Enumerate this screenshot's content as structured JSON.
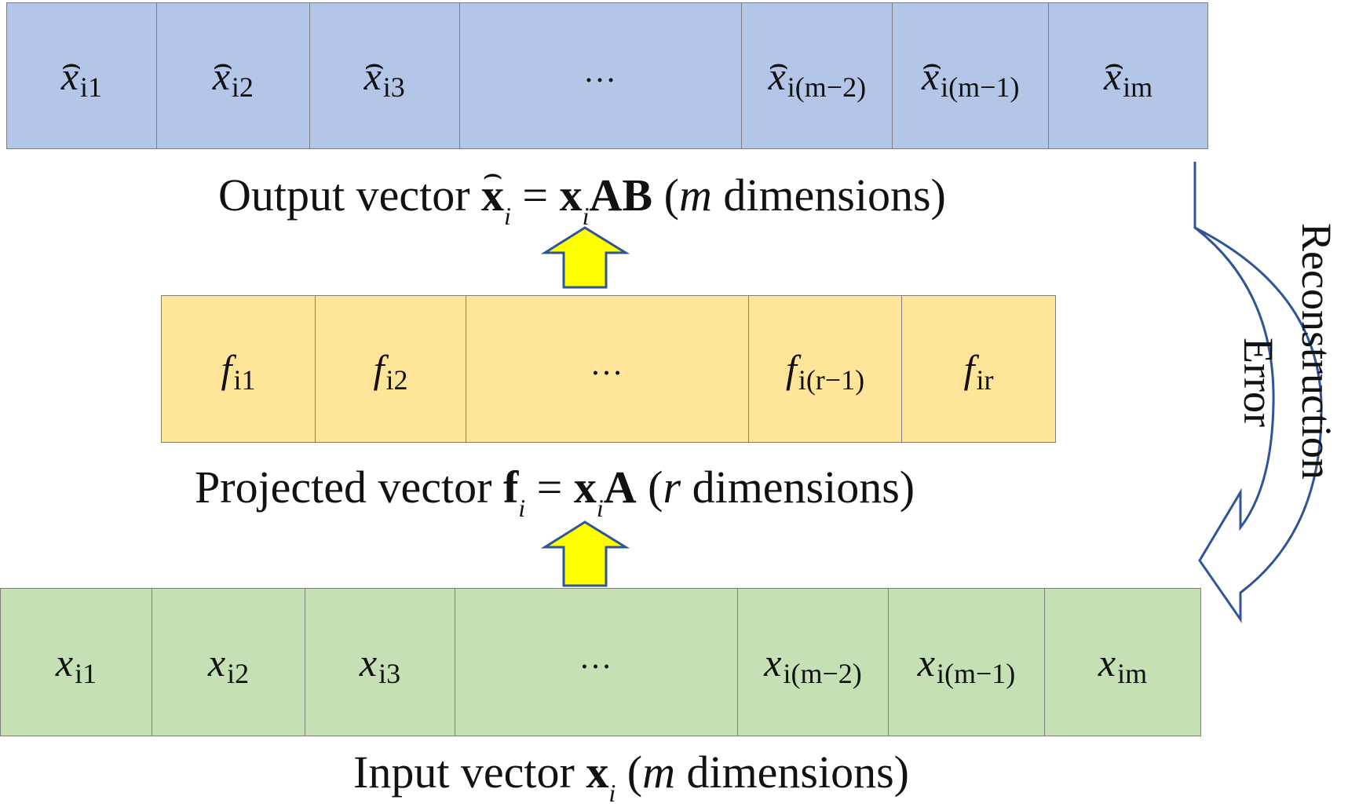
{
  "output_row": {
    "cells": [
      {
        "base": "x",
        "sub": "i1",
        "hat": true
      },
      {
        "base": "x",
        "sub": "i2",
        "hat": true
      },
      {
        "base": "x",
        "sub": "i3",
        "hat": true
      },
      {
        "base": "",
        "sub": "",
        "dots": "…"
      },
      {
        "base": "x",
        "sub": "i(m−2)",
        "hat": true
      },
      {
        "base": "x",
        "sub": "i(m−1)",
        "hat": true
      },
      {
        "base": "x",
        "sub": "im",
        "hat": true
      }
    ]
  },
  "output_caption": {
    "prefix": "Output vector ",
    "vec": "x",
    "vec_sub": "i",
    "eq": " = ",
    "rhs_vec": "x",
    "rhs_sub": "i",
    "rhs_mat": "AB",
    "open": " (",
    "dim_var": "m",
    "suffix": " dimensions)"
  },
  "proj_row": {
    "cells": [
      {
        "base": "f",
        "sub": "i1"
      },
      {
        "base": "f",
        "sub": "i2"
      },
      {
        "base": "",
        "sub": "",
        "dots": "…"
      },
      {
        "base": "f",
        "sub": "i(r−1)"
      },
      {
        "base": "f",
        "sub": "ir"
      }
    ]
  },
  "proj_caption": {
    "prefix": "Projected vector ",
    "vec": "f",
    "vec_sub": "i",
    "eq": " = ",
    "rhs_vec": "x",
    "rhs_sub": "i",
    "rhs_mat": "A",
    "open": " (",
    "dim_var": "r",
    "suffix": " dimensions)"
  },
  "input_row": {
    "cells": [
      {
        "base": "x",
        "sub": "i1"
      },
      {
        "base": "x",
        "sub": "i2"
      },
      {
        "base": "x",
        "sub": "i3"
      },
      {
        "base": "",
        "sub": "",
        "dots": "…"
      },
      {
        "base": "x",
        "sub": "i(m−2)"
      },
      {
        "base": "x",
        "sub": "i(m−1)"
      },
      {
        "base": "x",
        "sub": "im"
      }
    ]
  },
  "input_caption": {
    "prefix": "Input vector ",
    "vec": "x",
    "vec_sub": "i",
    "open": "  (",
    "dim_var": "m",
    "suffix": " dimensions)"
  },
  "side_label": {
    "line1": "Reconstruction",
    "line2": "Error"
  },
  "colors": {
    "output_fill": "#b4c6e7",
    "proj_fill": "#fee599",
    "input_fill": "#c5e0b4",
    "arrow_fill": "#ffff00",
    "arrow_stroke": "#2f5597",
    "curve_stroke": "#2f5597"
  }
}
